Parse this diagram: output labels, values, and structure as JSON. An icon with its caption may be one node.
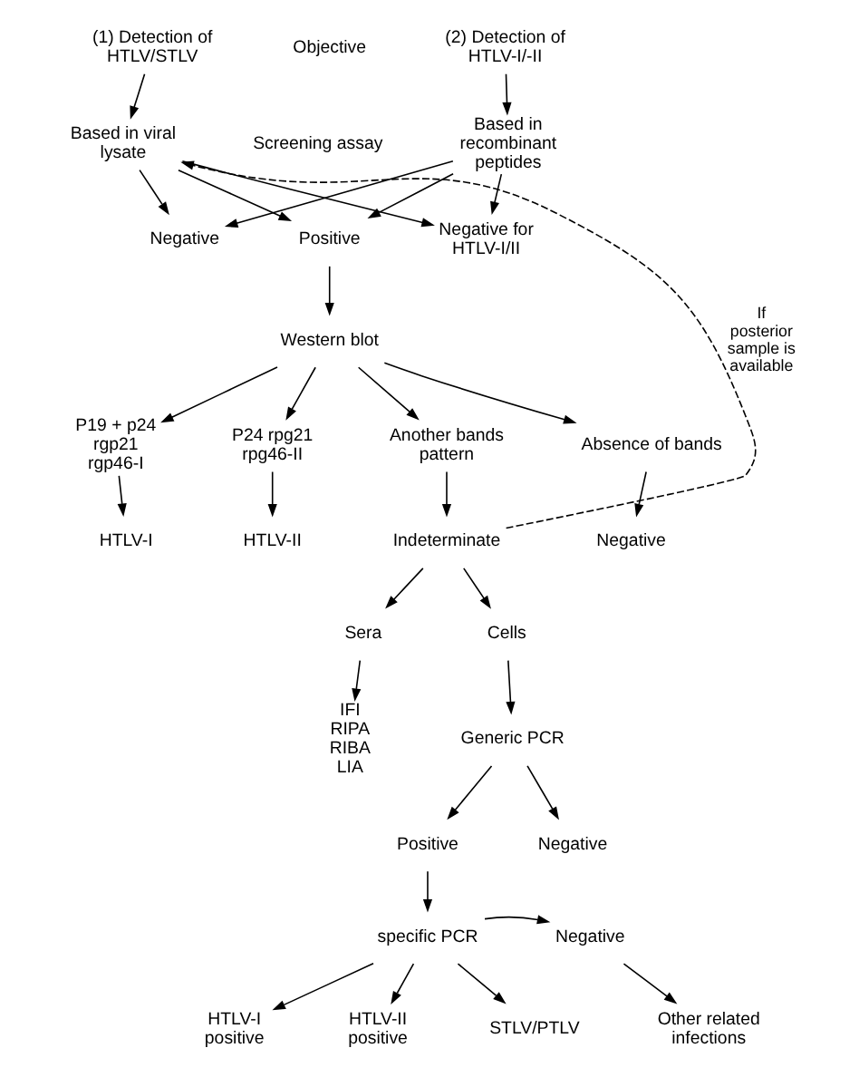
{
  "diagram": {
    "nodes": [
      {
        "text": [
          "(1) Detection of HTLV/STLV"
        ]
      },
      {
        "text": [
          "(2) Detection of HTLV-I/-II"
        ]
      },
      {
        "text": [
          "Based in viral lysate"
        ]
      },
      {
        "text": [
          "Based in recombinant peptides"
        ]
      },
      {
        "text": [
          "Negative"
        ]
      },
      {
        "text": [
          "Positive"
        ]
      },
      {
        "text": [
          "Negative for HTLV-I/II"
        ]
      },
      {
        "text": [
          "Western blot"
        ]
      },
      {
        "text": [
          "P19 + p24 rgp21 rgp46-I"
        ]
      },
      {
        "text": [
          "P24 rpg21 rpg46-II"
        ]
      },
      {
        "text": [
          "Another bands pattern"
        ]
      },
      {
        "text": [
          "Absence of bands"
        ]
      },
      {
        "text": [
          "HTLV-I"
        ]
      },
      {
        "text": [
          "HTLV-II"
        ]
      },
      {
        "text": [
          "Indeterminate"
        ]
      },
      {
        "text": [
          "Negative"
        ]
      },
      {
        "text": [
          "Sera"
        ]
      },
      {
        "text": [
          "Cells"
        ]
      },
      {
        "text": [
          "IFI RIPA RIBA LIA"
        ]
      },
      {
        "text": [
          "Generic PCR"
        ]
      },
      {
        "text": [
          "Positive"
        ]
      },
      {
        "text": [
          "Negative"
        ]
      },
      {
        "text": [
          "specific PCR"
        ]
      },
      {
        "text": [
          "Negative"
        ]
      },
      {
        "text": [
          "HTLV-I positive"
        ]
      },
      {
        "text": [
          "HTLV-II positive"
        ]
      },
      {
        "text": [
          "STLV/PTLV"
        ]
      },
      {
        "text": [
          "Other related infections"
        ]
      }
    ],
    "edges": [
      {
        "from": 0,
        "to": 2,
        "arrow": "to"
      },
      {
        "from": 1,
        "to": 3,
        "arrow": "to"
      },
      {
        "from": 2,
        "to": 4,
        "arrow": "to"
      },
      {
        "from": 2,
        "to": 5,
        "arrow": "to"
      },
      {
        "from": 2,
        "to": 6,
        "arrow": "to"
      },
      {
        "from": 3,
        "to": 4,
        "arrow": "to"
      },
      {
        "from": 3,
        "to": 5,
        "arrow": "to"
      },
      {
        "from": 3,
        "to": 6,
        "arrow": "to"
      },
      {
        "from": 5,
        "to": 7,
        "arrow": "to"
      },
      {
        "from": 7,
        "to": 8,
        "arrow": "to"
      },
      {
        "from": 7,
        "to": 9,
        "arrow": "to"
      },
      {
        "from": 7,
        "to": 10,
        "arrow": "to"
      },
      {
        "from": 7,
        "to": 11,
        "arrow": "to"
      },
      {
        "from": 8,
        "to": 12,
        "arrow": "to"
      },
      {
        "from": 9,
        "to": 13,
        "arrow": "to"
      },
      {
        "from": 10,
        "to": 14,
        "arrow": "to"
      },
      {
        "from": 11,
        "to": 15,
        "arrow": "to"
      },
      {
        "from": 14,
        "to": 16,
        "arrow": "to"
      },
      {
        "from": 14,
        "to": 17,
        "arrow": "to"
      },
      {
        "from": 16,
        "to": 18,
        "arrow": "to"
      },
      {
        "from": 17,
        "to": 19,
        "arrow": "to"
      },
      {
        "from": 19,
        "to": 20,
        "arrow": "to"
      },
      {
        "from": 19,
        "to": 21,
        "arrow": "to"
      },
      {
        "from": 20,
        "to": 22,
        "arrow": "to"
      },
      {
        "from": 22,
        "to": 23,
        "arrow": "to"
      },
      {
        "from": 22,
        "to": 24,
        "arrow": "to"
      },
      {
        "from": 22,
        "to": 25,
        "arrow": "to"
      },
      {
        "from": 22,
        "to": 26,
        "arrow": "to"
      },
      {
        "from": 23,
        "to": 27,
        "arrow": "to"
      },
      {
        "from": 14,
        "to": 2,
        "arrow": "to",
        "style": "dashed",
        "label": "If posterior sample is available"
      }
    ],
    "labels": [
      "Objective",
      "Screening assay"
    ]
  }
}
